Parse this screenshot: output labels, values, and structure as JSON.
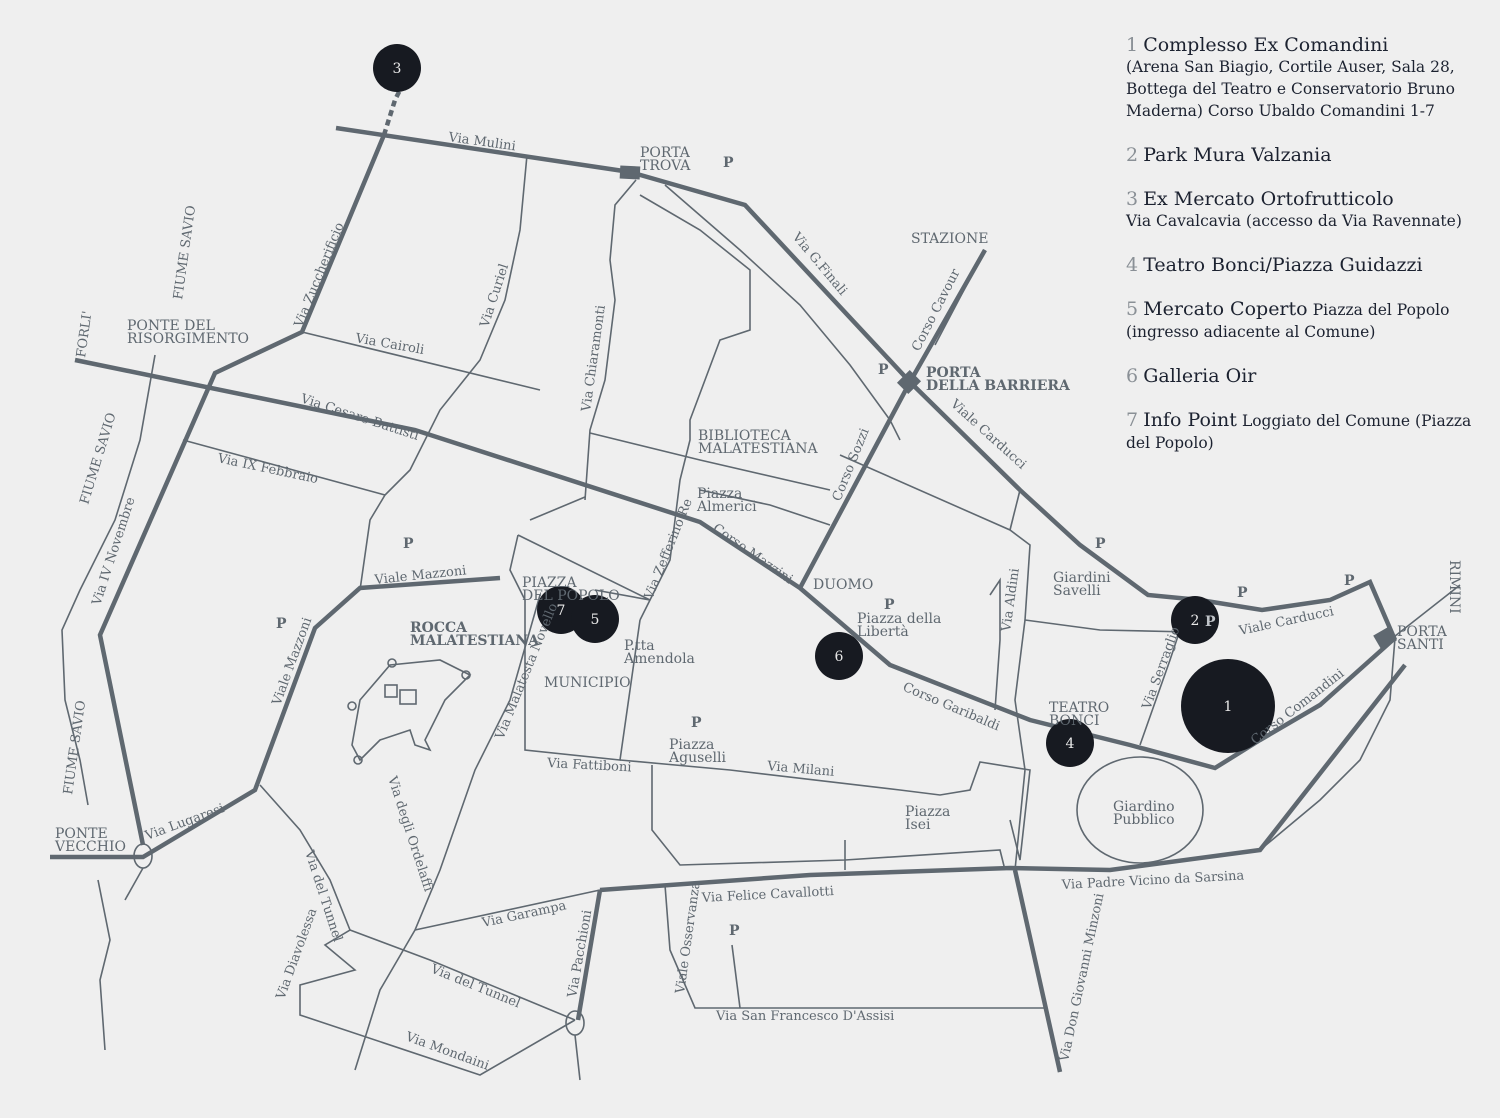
{
  "legend": [
    {
      "num": "1",
      "title": "Complesso Ex Comandini",
      "detail": "(Arena San Biagio, Cortile Auser, Sala 28, Bottega del Teatro e Conservatorio Bruno Maderna) Corso Ubaldo Comandini 1-7"
    },
    {
      "num": "2",
      "title": "Park Mura Valzania",
      "detail": ""
    },
    {
      "num": "3",
      "title": "Ex Mercato Ortofrutticolo",
      "detail": "Via Cavalcavia (accesso da Via Ravennate)"
    },
    {
      "num": "4",
      "title": "Teatro Bonci/Piazza Guidazzi",
      "detail": ""
    },
    {
      "num": "5",
      "title": "Mercato Coperto",
      "detail": "Piazza del Popolo (ingresso adiacente al Comune)"
    },
    {
      "num": "6",
      "title": "Galleria Oir",
      "detail": ""
    },
    {
      "num": "7",
      "title": "Info Point",
      "detail": "Loggiato del Comune (Piazza del Popolo)"
    }
  ],
  "poi": [
    "1",
    "2",
    "3",
    "4",
    "5",
    "6",
    "7"
  ],
  "parking": "P",
  "streets": {
    "via_mulini": "Via Mulini",
    "porta_trova": [
      "PORTA",
      "TROVA"
    ],
    "via_gfinali": "Via G.Finali",
    "stazione": "STAZIONE",
    "corso_cavour": "Corso Cavour",
    "porta_barriera": [
      "PORTA",
      "DELLA BARRIERA"
    ],
    "viale_carducci_1": "Viale Carducci",
    "viale_carducci_2": "Viale Carducci",
    "via_zuccherificio": "Via Zuccherificio",
    "fiume_savio_1": "FIUME SAVIO",
    "fiume_savio_2": "FIUME SAVIO",
    "fiume_savio_3": "FIUME SAVIO",
    "forli": "FORLI'",
    "ponte_risorgimento": [
      "PONTE DEL",
      "RISORGIMENTO"
    ],
    "via_curiel": "Via Curiel",
    "via_cairoli": "Via Cairoli",
    "via_chiaramonti": "Via Chiaramonti",
    "via_cesare_battisti": "Via Cesare Battisti",
    "biblioteca": [
      "BIBLIOTECA",
      "MALATESTIANA"
    ],
    "corso_sozzi": "Corso Sozzi",
    "via_ix_febbraio": "Via IX Febbraio",
    "piazza_almerici": [
      "Piazza",
      "Almerici"
    ],
    "via_iv_novembre": "Via IV Novembre",
    "corso_mazzini": "Corso Mazzini",
    "via_zefferino_re": "Via Zefferino Re",
    "viale_mazzoni_1": "Viale Mazzoni",
    "viale_mazzoni_2": "Viale Mazzoni",
    "piazza_popolo": [
      "PIAZZA",
      "DEL POPOLO"
    ],
    "duomo": "DUOMO",
    "piazza_liberta": [
      "Piazza della",
      "Libertà"
    ],
    "giardini_savelli": [
      "Giardini",
      "Savelli"
    ],
    "via_aldini": "Via Aldini",
    "rocca": [
      "ROCCA",
      "MALATESTIANA"
    ],
    "ptta_amendola": [
      "P.tta",
      "Amendola"
    ],
    "municipio": "MUNICIPIO",
    "via_malatesta_novello": "Via Malatesta Novello",
    "rimini": "RIMINI",
    "porta_santi": [
      "PORTA",
      "SANTI"
    ],
    "corso_comandini": "Corso Comandini",
    "via_serraglio": "Via Serraglio",
    "corso_garibaldi": "Corso Garibaldi",
    "teatro_bonci": [
      "TEATRO",
      "BONCI"
    ],
    "piazza_aguselli": [
      "Piazza",
      "Aguselli"
    ],
    "via_milani": "Via Milani",
    "via_fattiboni": "Via Fattiboni",
    "via_degli_ordelaffi": "Via degli Ordelaffi",
    "giardino_pubblico": [
      "Giardino",
      "Pubblico"
    ],
    "piazza_isei": [
      "Piazza",
      "Isei"
    ],
    "ponte_vecchio": [
      "PONTE",
      "VECCHIO"
    ],
    "via_lugaresi": "Via Lugaresi",
    "via_del_tunnel_1": "Via del Tunnel",
    "via_del_tunnel_2": "Via del Tunnel",
    "via_felice_cavallotti": "Via Felice Cavallotti",
    "via_padre_vicino": "Via Padre Vicino da Sarsina",
    "via_don_minzoni": "Via Don Giovanni Minzoni",
    "via_garampa": "Via Garampa",
    "via_pacchioni": "Via Pacchioni",
    "viale_osservanza": "Viale Osservanza",
    "via_diavolessa": "Via Diavolessa",
    "via_san_francesco": "Via San Francesco D'Assisi",
    "via_mondaini": "Via Mondaini"
  }
}
